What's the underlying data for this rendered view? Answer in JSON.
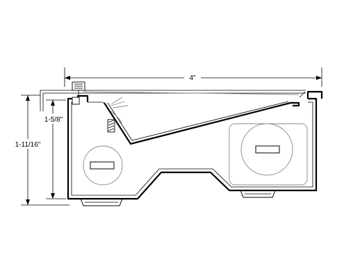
{
  "drawing": {
    "type": "cross-section drawing",
    "dimensions": {
      "width_label": "4\"",
      "inner_height_label": "1-5/8\"",
      "overall_height_label": "1-11/16\""
    },
    "colors": {
      "line": "#000000",
      "hidden_line": "#888888",
      "background": "#ffffff"
    }
  }
}
